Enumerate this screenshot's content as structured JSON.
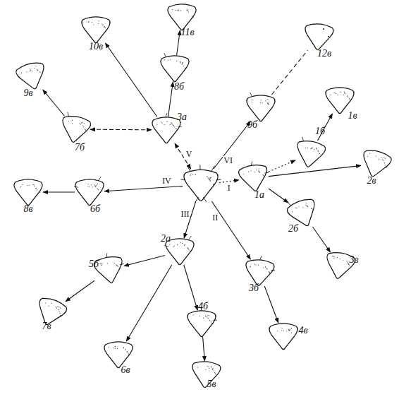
{
  "diagram": {
    "nodes": [
      {
        "text": []
      },
      {
        "text": [
          "1а"
        ]
      },
      {
        "text": [
          "1б"
        ]
      },
      {
        "text": [
          "1в"
        ]
      },
      {
        "text": [
          "2в"
        ]
      },
      {
        "text": [
          "2б"
        ]
      },
      {
        "text": [
          "3в"
        ]
      },
      {
        "text": [
          "3б"
        ]
      },
      {
        "text": [
          "4в"
        ]
      },
      {
        "text": [
          "2а"
        ]
      },
      {
        "text": [
          "4б"
        ]
      },
      {
        "text": [
          "5в"
        ]
      },
      {
        "text": [
          "6в"
        ]
      },
      {
        "text": [
          "5б"
        ]
      },
      {
        "text": [
          "7в"
        ]
      },
      {
        "text": [
          "6б"
        ]
      },
      {
        "text": [
          "8в"
        ]
      },
      {
        "text": [
          "7б"
        ]
      },
      {
        "text": [
          "9в"
        ]
      },
      {
        "text": [
          "3а"
        ]
      },
      {
        "text": [
          "8б"
        ]
      },
      {
        "text": [
          "10в"
        ]
      },
      {
        "text": [
          "11в"
        ]
      },
      {
        "text": [
          "9б"
        ]
      },
      {
        "text": [
          "12в"
        ]
      }
    ],
    "edges": [
      {
        "from": 0,
        "to": 1,
        "arrow": "to",
        "label": "I"
      },
      {
        "from": 1,
        "to": 2,
        "arrow": "to"
      },
      {
        "from": 2,
        "to": 3,
        "arrow": "to"
      },
      {
        "from": 1,
        "to": 4,
        "arrow": "to"
      },
      {
        "from": 1,
        "to": 5,
        "arrow": "to"
      },
      {
        "from": 5,
        "to": 6,
        "arrow": "to"
      },
      {
        "from": 0,
        "to": 7,
        "arrow": "to",
        "label": "II"
      },
      {
        "from": 7,
        "to": 8,
        "arrow": "to"
      },
      {
        "from": 0,
        "to": 9,
        "arrow": "to",
        "label": "III"
      },
      {
        "from": 9,
        "to": 13,
        "arrow": "to"
      },
      {
        "from": 13,
        "to": 14,
        "arrow": "to"
      },
      {
        "from": 9,
        "to": 12,
        "arrow": "to"
      },
      {
        "from": 9,
        "to": 10,
        "arrow": "to"
      },
      {
        "from": 10,
        "to": 11,
        "arrow": "to"
      },
      {
        "from": 0,
        "to": 15,
        "arrow": "to",
        "label": "IV"
      },
      {
        "from": 15,
        "to": 16,
        "arrow": "to"
      },
      {
        "from": 0,
        "to": 19,
        "arrow": "both",
        "label": "V"
      },
      {
        "from": 19,
        "to": 17,
        "arrow": "both"
      },
      {
        "from": 17,
        "to": 18,
        "arrow": "to"
      },
      {
        "from": 19,
        "to": 21,
        "arrow": "to"
      },
      {
        "from": 19,
        "to": 20,
        "arrow": "to"
      },
      {
        "from": 20,
        "to": 22,
        "arrow": "to"
      },
      {
        "from": 0,
        "to": 23,
        "arrow": "to",
        "label": "VI"
      },
      {
        "from": 23,
        "to": 24,
        "arrow": "none"
      }
    ]
  }
}
